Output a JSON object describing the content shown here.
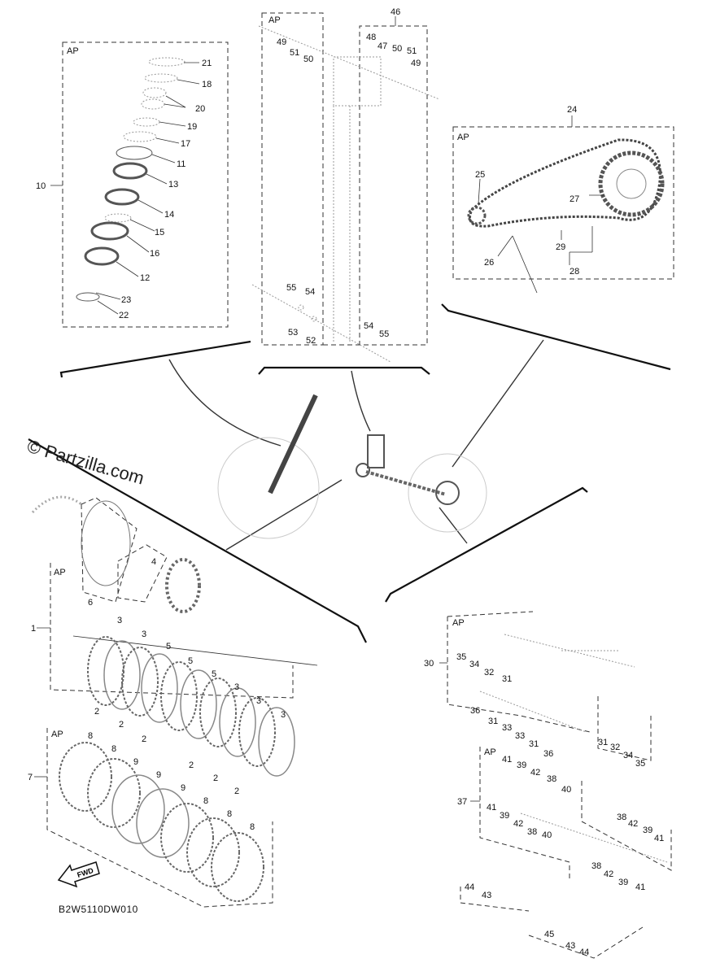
{
  "watermark": "© Partzilla.com",
  "diagram_code": "B2W5110DW010",
  "fwd_label": "FWD",
  "ap_label": "AP",
  "callouts": {
    "c1": "1",
    "c2a": "2",
    "c2b": "2",
    "c2c": "2",
    "c2d": "2",
    "c2e": "2",
    "c2f": "2",
    "c3a": "3",
    "c3b": "3",
    "c3c": "3",
    "c3d": "3",
    "c3e": "3",
    "c4": "4",
    "c5a": "5",
    "c5b": "5",
    "c5c": "5",
    "c6": "6",
    "c7": "7",
    "c8a": "8",
    "c8b": "8",
    "c8c": "8",
    "c8d": "8",
    "c8e": "8",
    "c9a": "9",
    "c9b": "9",
    "c9c": "9",
    "c10": "10",
    "c11": "11",
    "c12": "12",
    "c13": "13",
    "c14": "14",
    "c15": "15",
    "c16": "16",
    "c17": "17",
    "c18": "18",
    "c19": "19",
    "c20": "20",
    "c21": "21",
    "c22": "22",
    "c23": "23",
    "c24": "24",
    "c25": "25",
    "c26": "26",
    "c27": "27",
    "c28": "28",
    "c29": "29",
    "c30": "30",
    "c31a": "31",
    "c31b": "31",
    "c31c": "31",
    "c31d": "31",
    "c32a": "32",
    "c32b": "32",
    "c33a": "33",
    "c33b": "33",
    "c34a": "34",
    "c34b": "34",
    "c35a": "35",
    "c35b": "35",
    "c36a": "36",
    "c36b": "36",
    "c37": "37",
    "c38a": "38",
    "c38b": "38",
    "c38c": "38",
    "c38d": "38",
    "c39a": "39",
    "c39b": "39",
    "c39c": "39",
    "c39d": "39",
    "c40a": "40",
    "c40b": "40",
    "c41a": "41",
    "c41b": "41",
    "c41c": "41",
    "c41d": "41",
    "c42a": "42",
    "c42b": "42",
    "c42c": "42",
    "c42d": "42",
    "c43a": "43",
    "c43b": "43",
    "c44a": "44",
    "c44b": "44",
    "c45": "45",
    "c46": "46",
    "c47": "47",
    "c48": "48",
    "c49a": "49",
    "c49b": "49",
    "c50a": "50",
    "c50b": "50",
    "c51a": "51",
    "c51b": "51",
    "c52": "52",
    "c53": "53",
    "c54a": "54",
    "c54b": "54",
    "c55a": "55",
    "c55b": "55"
  }
}
